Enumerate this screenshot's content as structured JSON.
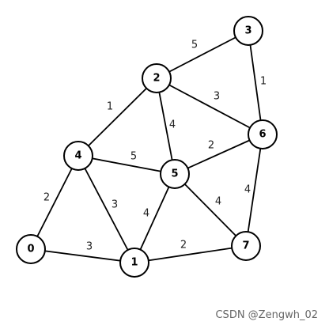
{
  "graph": {
    "nodes": [
      {
        "id": "0",
        "label": "0"
      },
      {
        "id": "1",
        "label": "1"
      },
      {
        "id": "2",
        "label": "2"
      },
      {
        "id": "3",
        "label": "3"
      },
      {
        "id": "4",
        "label": "4"
      },
      {
        "id": "5",
        "label": "5"
      },
      {
        "id": "6",
        "label": "6"
      },
      {
        "id": "7",
        "label": "7"
      }
    ],
    "edges": [
      {
        "from": "2",
        "to": "3",
        "weight": "5"
      },
      {
        "from": "3",
        "to": "6",
        "weight": "1"
      },
      {
        "from": "2",
        "to": "4",
        "weight": "1"
      },
      {
        "from": "2",
        "to": "6",
        "weight": "3"
      },
      {
        "from": "2",
        "to": "5",
        "weight": "4"
      },
      {
        "from": "4",
        "to": "5",
        "weight": "5"
      },
      {
        "from": "6",
        "to": "5",
        "weight": "2"
      },
      {
        "from": "4",
        "to": "0",
        "weight": "2"
      },
      {
        "from": "4",
        "to": "1",
        "weight": "3"
      },
      {
        "from": "5",
        "to": "1",
        "weight": "4"
      },
      {
        "from": "5",
        "to": "7",
        "weight": "4"
      },
      {
        "from": "6",
        "to": "7",
        "weight": "4"
      },
      {
        "from": "0",
        "to": "1",
        "weight": "3"
      },
      {
        "from": "1",
        "to": "7",
        "weight": "2"
      }
    ]
  },
  "watermark": "CSDN @Zengwh_02"
}
